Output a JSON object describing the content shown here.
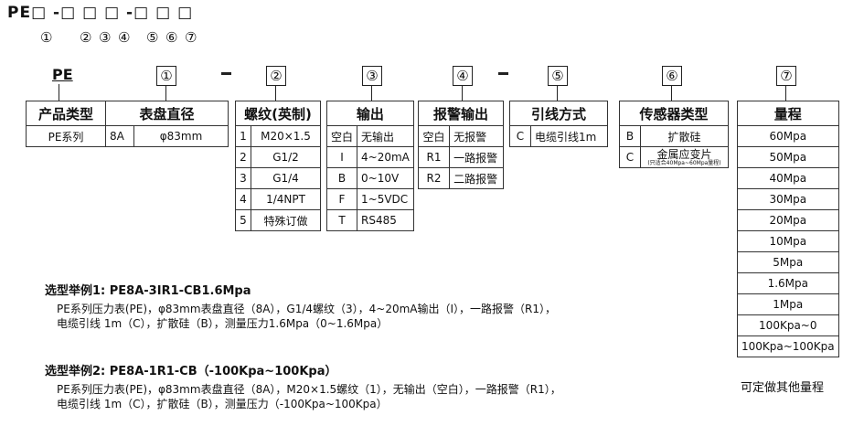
{
  "code_line": "PE□ -□ □ □ -□ □ □",
  "position_numbers": [
    "①",
    "②",
    "③",
    "④",
    "⑤",
    "⑥",
    "⑦"
  ],
  "pe_prefix": "PE",
  "columns": {
    "c1": {
      "num": "①",
      "header1": "产品类型",
      "value1": "PE系列",
      "header2": "表盘直径",
      "code": "8A",
      "value2": "φ83mm"
    },
    "c2": {
      "num": "②",
      "header": "螺纹(英制)",
      "rows": [
        [
          "1",
          "M20×1.5"
        ],
        [
          "2",
          "G1/2"
        ],
        [
          "3",
          "G1/4"
        ],
        [
          "4",
          "1/4NPT"
        ],
        [
          "5",
          "特殊订做"
        ]
      ]
    },
    "c3": {
      "num": "③",
      "header": "输出",
      "rows": [
        [
          "空白",
          "无输出"
        ],
        [
          "I",
          "4~20mA"
        ],
        [
          "B",
          "0~10V"
        ],
        [
          "F",
          "1~5VDC"
        ],
        [
          "T",
          "RS485"
        ]
      ]
    },
    "c4": {
      "num": "④",
      "header": "报警输出",
      "rows": [
        [
          "空白",
          "无报警"
        ],
        [
          "R1",
          "一路报警"
        ],
        [
          "R2",
          "二路报警"
        ]
      ]
    },
    "c5": {
      "num": "⑤",
      "header": "引线方式",
      "rows": [
        [
          "C",
          "电缆引线1m"
        ]
      ]
    },
    "c6": {
      "num": "⑥",
      "header": "传感器类型",
      "rows": [
        [
          "B",
          "扩散硅"
        ],
        [
          "C",
          "金属应变片"
        ]
      ],
      "note": "(只适合40Mpa~60Mpa量程)"
    },
    "c7": {
      "num": "⑦",
      "header": "量程",
      "rows": [
        "60Mpa",
        "50Mpa",
        "40Mpa",
        "30Mpa",
        "20Mpa",
        "10Mpa",
        "5Mpa",
        "1.6Mpa",
        "1Mpa",
        "100Kpa~0",
        "100Kpa~100Kpa"
      ],
      "footnote": "可定做其他量程"
    }
  },
  "examples": [
    {
      "title": "选型举例1: PE8A-3IR1-CB1.6Mpa",
      "line1": "PE系列压力表(PE)，φ83mm表盘直径（8A），G1/4螺纹（3），4~20mA输出（I），一路报警（R1），",
      "line2": "电缆引线 1m（C），扩散硅（B），测量压力1.6Mpa（0~1.6Mpa）"
    },
    {
      "title": "选型举例2: PE8A-1R1-CB（-100Kpa~100Kpa）",
      "line1": "PE系列压力表(PE)，φ83mm表盘直径（8A），M20×1.5螺纹（1），无输出（空白），一路报警（R1），",
      "line2": "电缆引线 1m（C），扩散硅（B），测量压力（-100Kpa~100Kpa）"
    }
  ]
}
